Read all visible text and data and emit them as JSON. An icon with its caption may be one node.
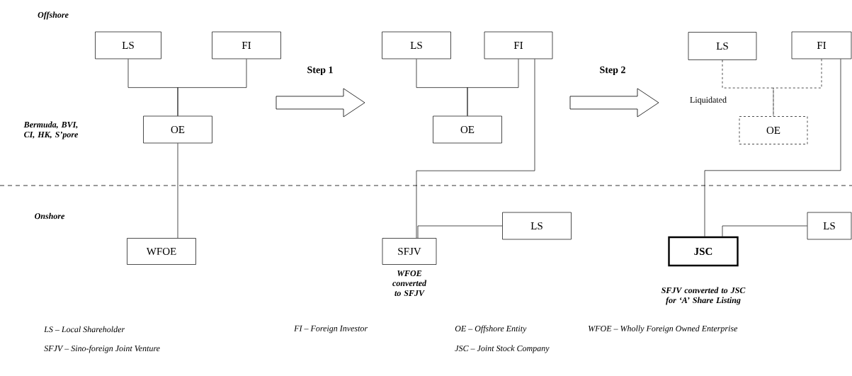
{
  "diagram": {
    "nodes": [
      {
        "text": [
          "LS"
        ]
      },
      {
        "text": [
          "FI"
        ]
      },
      {
        "text": [
          "OE"
        ]
      },
      {
        "text": [
          "WFOE"
        ]
      },
      {
        "text": [
          "LS"
        ]
      },
      {
        "text": [
          "FI"
        ]
      },
      {
        "text": [
          "OE"
        ]
      },
      {
        "text": [
          "LS"
        ]
      },
      {
        "text": [
          "SFJV"
        ],
        "beside": [
          "WFOE converted to SFJV"
        ]
      },
      {
        "text": [
          "LS"
        ]
      },
      {
        "text": [
          "FI"
        ]
      },
      {
        "text": [
          "OE"
        ]
      },
      {
        "text": [
          "LS"
        ]
      },
      {
        "text": [
          "JSC"
        ],
        "beside": [
          "SFJV converted to JSC for ‘A’ Share Listing"
        ]
      }
    ],
    "edges": [
      {
        "from": 0,
        "to": 2,
        "arrow": "none"
      },
      {
        "from": 1,
        "to": 2,
        "arrow": "none"
      },
      {
        "from": 2,
        "to": 3,
        "arrow": "none"
      },
      {
        "from": 4,
        "to": 6,
        "arrow": "none"
      },
      {
        "from": 5,
        "to": 6,
        "arrow": "none"
      },
      {
        "from": 5,
        "to": 8,
        "arrow": "none"
      },
      {
        "from": 7,
        "to": 8,
        "arrow": "none"
      },
      {
        "from": 9,
        "to": 11,
        "arrow": "none",
        "style": "dashed"
      },
      {
        "from": 10,
        "to": 11,
        "arrow": "none",
        "style": "dashed"
      },
      {
        "from": 10,
        "to": 13,
        "arrow": "none"
      },
      {
        "from": 12,
        "to": 13,
        "arrow": "none"
      }
    ],
    "labels": [
      "Offshore",
      "Step 1",
      "Step 2",
      "Liquidated",
      "Bermuda, BVI, CI, HK, S’pore",
      "Onshore",
      "LS – Local Shareholder",
      "FI – Foreign Investor",
      "OE – Offshore Entity",
      "WFOE – Wholly Foreign Owned Enterprise",
      "SFJV – Sino-foreign Joint Venture",
      "JSC – Joint Stock Company"
    ]
  }
}
